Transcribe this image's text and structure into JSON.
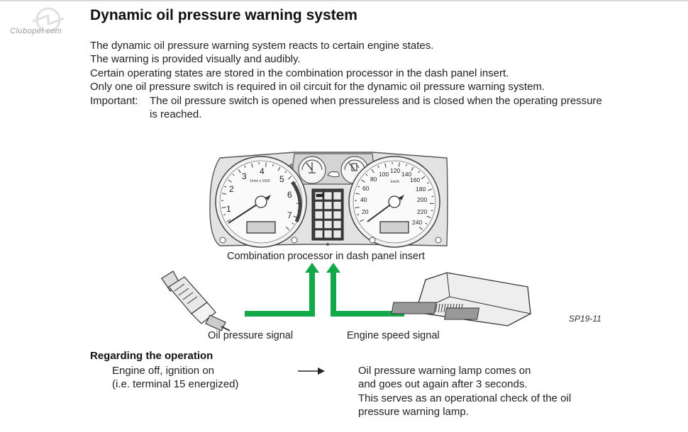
{
  "watermark": {
    "text": "Clubopel.com"
  },
  "title": "Dynamic oil pressure warning system",
  "intro": {
    "lines": [
      "The dynamic oil pressure warning system reacts to certain engine states.",
      "The warning is provided visually and audibly.",
      "Certain operating states are stored in the combination processor in the dash panel insert.",
      "Only one oil pressure switch is required in oil circuit for the dynamic oil pressure warning system."
    ],
    "important_label": "Important:",
    "important_text": "The oil pressure switch is opened when pressureless and is closed when the operating pressure is reached."
  },
  "figure": {
    "dash_caption": "Combination processor in dash panel insert",
    "oil_signal_label": "Oil pressure signal",
    "engine_signal_label": "Engine speed signal",
    "figure_code": "SP19-11",
    "tachometer": {
      "unit": "1/min x 1000",
      "ticks": [
        "1",
        "2",
        "3",
        "4",
        "5",
        "6",
        "7"
      ]
    },
    "speedometer": {
      "unit": "km/h",
      "ticks": [
        "20",
        "40",
        "60",
        "80",
        "100",
        "120",
        "140",
        "160",
        "180",
        "200",
        "220",
        "240"
      ]
    },
    "colors": {
      "signal_arrow": "#13a84a",
      "cluster_body": "#dedede",
      "cluster_outline": "#555555"
    },
    "icons": [
      "oil-can-icon",
      "fuel-pump-icon",
      "temperature-icon",
      "warning-lamp-icon"
    ]
  },
  "operation": {
    "title": "Regarding the operation",
    "condition_lines": [
      "Engine off, ignition on",
      "(i.e. terminal 15 energized)"
    ],
    "result_lines": [
      "Oil pressure warning lamp comes on",
      "and goes out again after 3 seconds.",
      "This serves as an operational check of the oil",
      "pressure warning lamp."
    ]
  }
}
